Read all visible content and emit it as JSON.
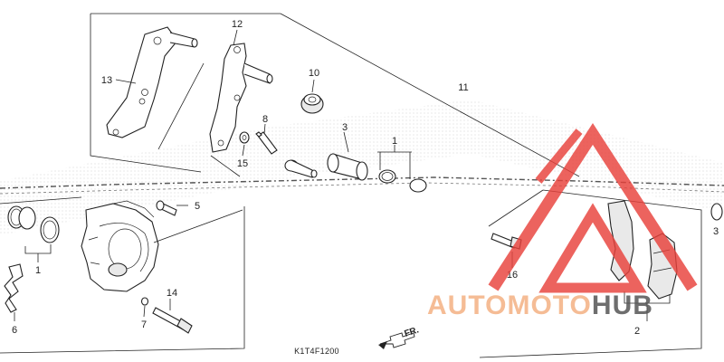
{
  "diagram": {
    "code": "K1T4F1200",
    "front_label": "FR.",
    "part_labels": {
      "p1a": "1",
      "p1b": "1",
      "p2": "2",
      "p3a": "3",
      "p3b": "3",
      "p5": "5",
      "p6": "6",
      "p7": "7",
      "p8": "8",
      "p10": "10",
      "p11": "11",
      "p12": "12",
      "p13": "13",
      "p14": "14",
      "p15": "15",
      "p16": "16"
    }
  },
  "watermark": {
    "text_a": "AUTO",
    "text_b": "MOTO",
    "text_c": "HUB",
    "color_orange": "#f4b183",
    "color_red": "#e8413b",
    "color_dark": "#555555"
  }
}
